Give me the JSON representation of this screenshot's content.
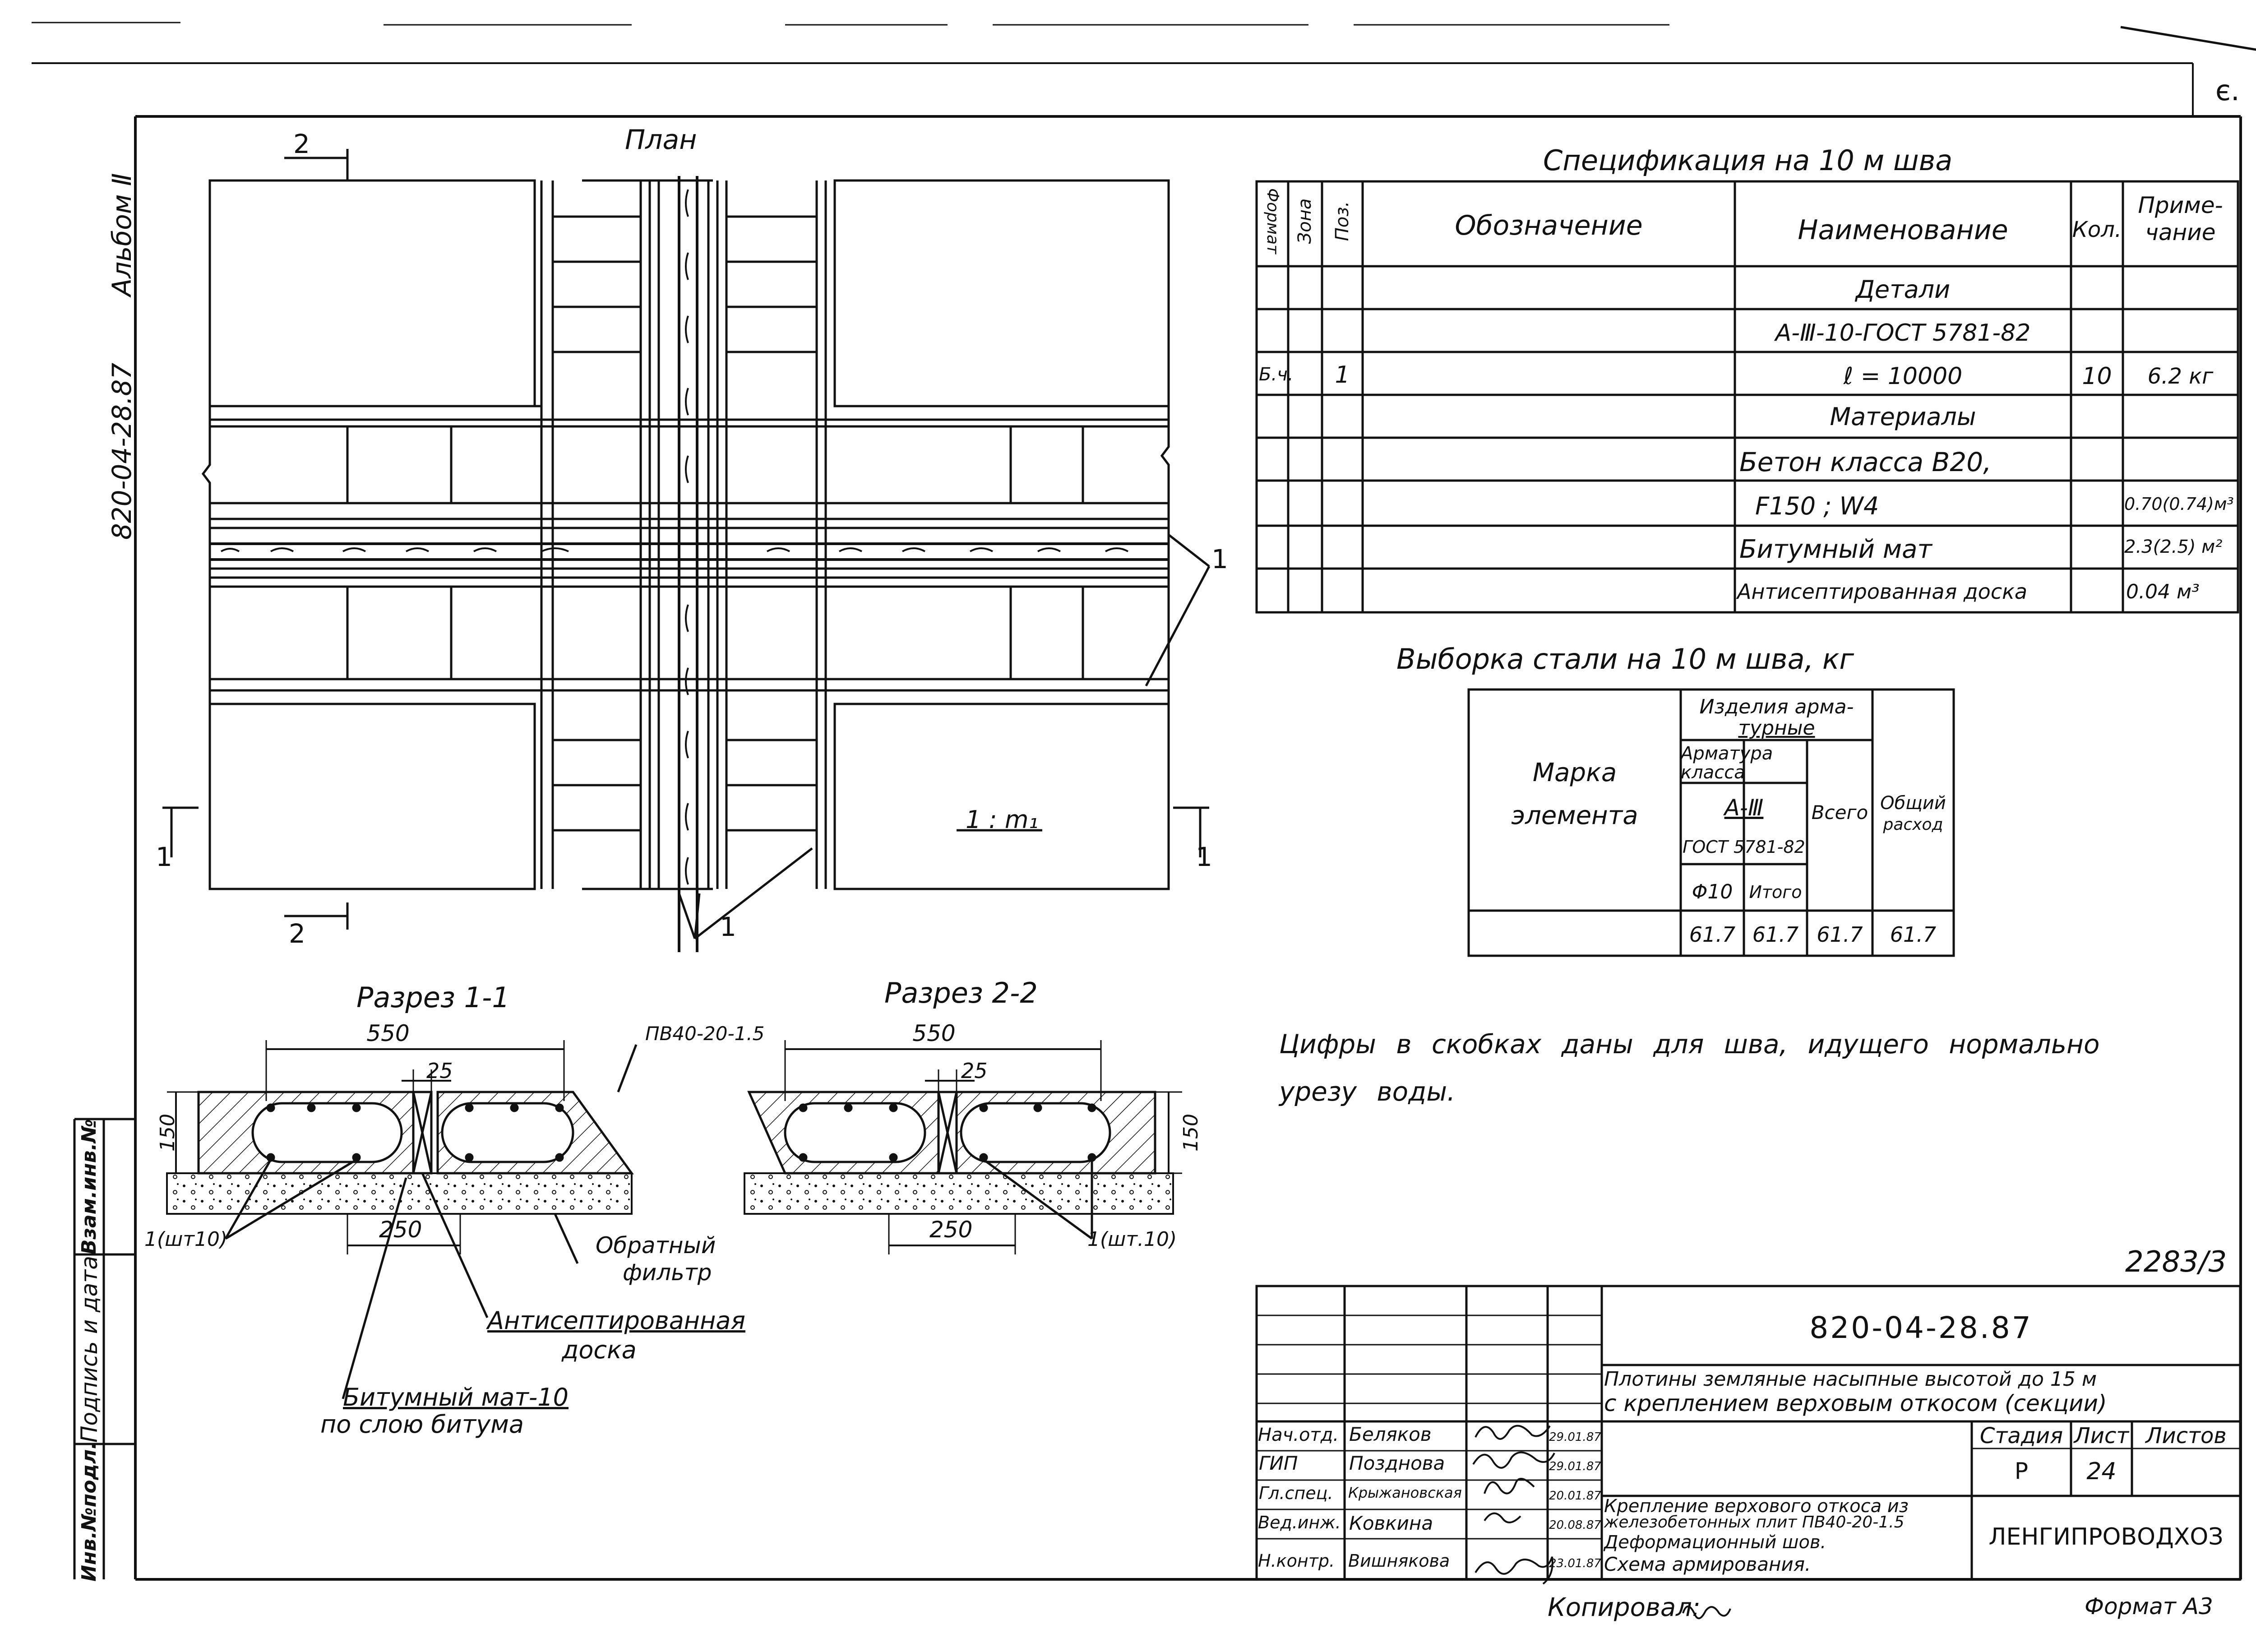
{
  "corner_mark": "є.",
  "album": {
    "code": "820-04-28.87",
    "label": "Альбом Ⅱ"
  },
  "plan": {
    "title": "План",
    "section_mark_1": "1",
    "section_mark_2": "2",
    "callout": "1",
    "slope_label": "1 : m₁"
  },
  "section_1": {
    "title": "Разрез 1-1",
    "width": "550",
    "gap": "25",
    "height": "150",
    "base": "250",
    "plate_mark": "ПВ40-20-1.5",
    "bars": "1(шт10)"
  },
  "section_2": {
    "title": "Разрез 2-2",
    "width": "550",
    "gap": "25",
    "height": "150",
    "base": "250",
    "bars": "1(шт.10)"
  },
  "labels": {
    "filter": [
      "Обратный",
      "фильтр"
    ],
    "board": [
      "Антисептированная",
      "доска"
    ],
    "mat": [
      "Битумный мат-10",
      "по слою битума"
    ]
  },
  "spec": {
    "title": "Спецификация на 10 м шва",
    "headers": {
      "format": "Формат",
      "zone": "Зона",
      "pos": "Поз.",
      "designation": "Обозначение",
      "name": "Наименование",
      "qty": "Кол.",
      "note": [
        "Приме-",
        "чание"
      ]
    },
    "rows": [
      {
        "format": "",
        "pos": "",
        "name": "Детали",
        "qty": "",
        "note": ""
      },
      {
        "format": "",
        "pos": "",
        "name": "А-Ⅲ-10-ГОСТ 5781-82",
        "qty": "",
        "note": ""
      },
      {
        "format": "Б.ч.",
        "pos": "1",
        "name": "ℓ = 10000",
        "qty": "10",
        "note": "6.2 кг"
      },
      {
        "format": "",
        "pos": "",
        "name": "Материалы",
        "qty": "",
        "note": ""
      },
      {
        "format": "",
        "pos": "",
        "name": "Бетон класса В20,",
        "qty": "",
        "note": ""
      },
      {
        "format": "",
        "pos": "",
        "name": "F150 ; W4",
        "qty": "",
        "note": "0.70(0.74)м³"
      },
      {
        "format": "",
        "pos": "",
        "name": "Битумный мат",
        "qty": "",
        "note": "2.3(2.5) м²"
      },
      {
        "format": "",
        "pos": "",
        "name": "Антисептированная доска",
        "qty": "",
        "note": "0.04 м³"
      }
    ]
  },
  "steel": {
    "title": "Выборка стали на 10 м шва, кг",
    "mark_header": [
      "Марка",
      "элемента"
    ],
    "products": [
      "Изделия арма-",
      "турные"
    ],
    "rebar_class": [
      "Арматура",
      "класса"
    ],
    "grade": "А-Ⅲ",
    "gost": "ГОСТ 5781-82",
    "dia": "Φ10",
    "subtotal": "Итого",
    "total": "Всего",
    "overall": [
      "Общий",
      "расход"
    ],
    "values": [
      "61.7",
      "61.7",
      "61.7",
      "61.7"
    ]
  },
  "note": [
    "Цифры в скобках даны для шва, идущего нормально",
    "урезу воды."
  ],
  "sheet_number": "2283/3",
  "stamp": {
    "code": "820-04-28.87",
    "project": [
      "Плотины земляные насыпные высотой до 15 м",
      "с креплением верховым откосом (секции)"
    ],
    "roles": [
      {
        "role": "Нач.отд.",
        "name": "Беляков",
        "date": "29.01.87"
      },
      {
        "role": "ГИП",
        "name": "Позднова",
        "date": "29.01.87"
      },
      {
        "role": "Гл.спец.",
        "name": "Крыжановская",
        "date": "20.01.87"
      },
      {
        "role": "Вед.инж.",
        "name": "Ковкина",
        "date": "20.08.87"
      },
      {
        "role": "Н.контр.",
        "name": "Вишнякова",
        "date": "23.01.87"
      }
    ],
    "stage_header": "Стадия",
    "sheet_header": "Лист",
    "sheets_header": "Листов",
    "stage": "Р",
    "sheet": "24",
    "sheets": "",
    "drawing_title": [
      "Крепление верхового откоса из",
      "железобетонных плит ПВ40-20-1.5",
      "Деформационный шов.",
      "Схема армирования."
    ],
    "org": "ЛЕНГИПРОВОДХОЗ"
  },
  "side_stamp": {
    "inv": "Инв.№подл.",
    "sign": "Подпись и дата",
    "replace": "Взам.инв.№"
  },
  "footer": {
    "copied": "Копировал:",
    "format": "Формат А3"
  }
}
